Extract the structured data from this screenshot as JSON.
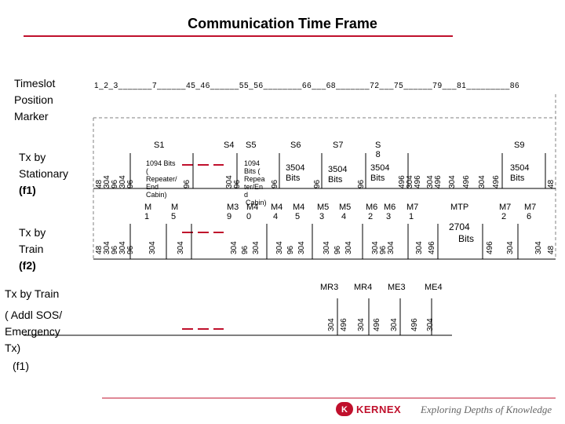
{
  "title": "Communication Time Frame",
  "row_labels": {
    "timeslot": [
      "Timeslot",
      "Position",
      "Marker"
    ],
    "stationary": [
      "Tx by",
      "Stationary",
      "(f1)"
    ],
    "train_f2": [
      "Tx by",
      "Train",
      "(f2)"
    ],
    "train_addl": [
      "Tx by Train",
      "( Addl SOS/",
      "Emergency",
      "Tx)",
      "(f1)"
    ]
  },
  "marker": "1_2_3_______7______45_46______55_56________66___68_______72___75______79___81_________86",
  "stationary": {
    "s1": "S1",
    "s4": "S4",
    "s5": "S5",
    "s6": "S6",
    "s7": "S7",
    "s8": [
      "S",
      "8"
    ],
    "s9": "S9",
    "s1_text": [
      "1094 Bits",
      "(",
      "Repeater/",
      "End",
      "Cabin)"
    ],
    "s5_text": [
      "1094",
      "Bits (",
      "Repea",
      "ter/En",
      "d",
      "Cabin)"
    ],
    "b3504": "3504",
    "bits": "Bits",
    "v48": "48",
    "v304": "304",
    "v96": "96",
    "v496": "496"
  },
  "train": {
    "m1": [
      "M",
      "1"
    ],
    "m5": [
      "M",
      "5"
    ],
    "m39": [
      "M3",
      "9"
    ],
    "m40": [
      "M4",
      "0"
    ],
    "m44": [
      "M4",
      "4"
    ],
    "m45": [
      "M4",
      "5"
    ],
    "m53": [
      "M5",
      "3"
    ],
    "m54": [
      "M5",
      "4"
    ],
    "m62": [
      "M6",
      "2"
    ],
    "m63": [
      "M6",
      "3"
    ],
    "m71": [
      "M7",
      "1"
    ],
    "mtp": "MTP",
    "b2704": "2704",
    "bits": "Bits",
    "m72": [
      "M7",
      "2"
    ],
    "m76": [
      "M7",
      "6"
    ]
  },
  "addl": {
    "mr3": "MR3",
    "mr4": "MR4",
    "me3": "ME3",
    "me4": "ME4"
  },
  "footer": {
    "logo": "KERNEX",
    "tagline": "Exploring Depths of Knowledge"
  },
  "colors": {
    "accent": "#c0102c",
    "dash": "#808080"
  }
}
